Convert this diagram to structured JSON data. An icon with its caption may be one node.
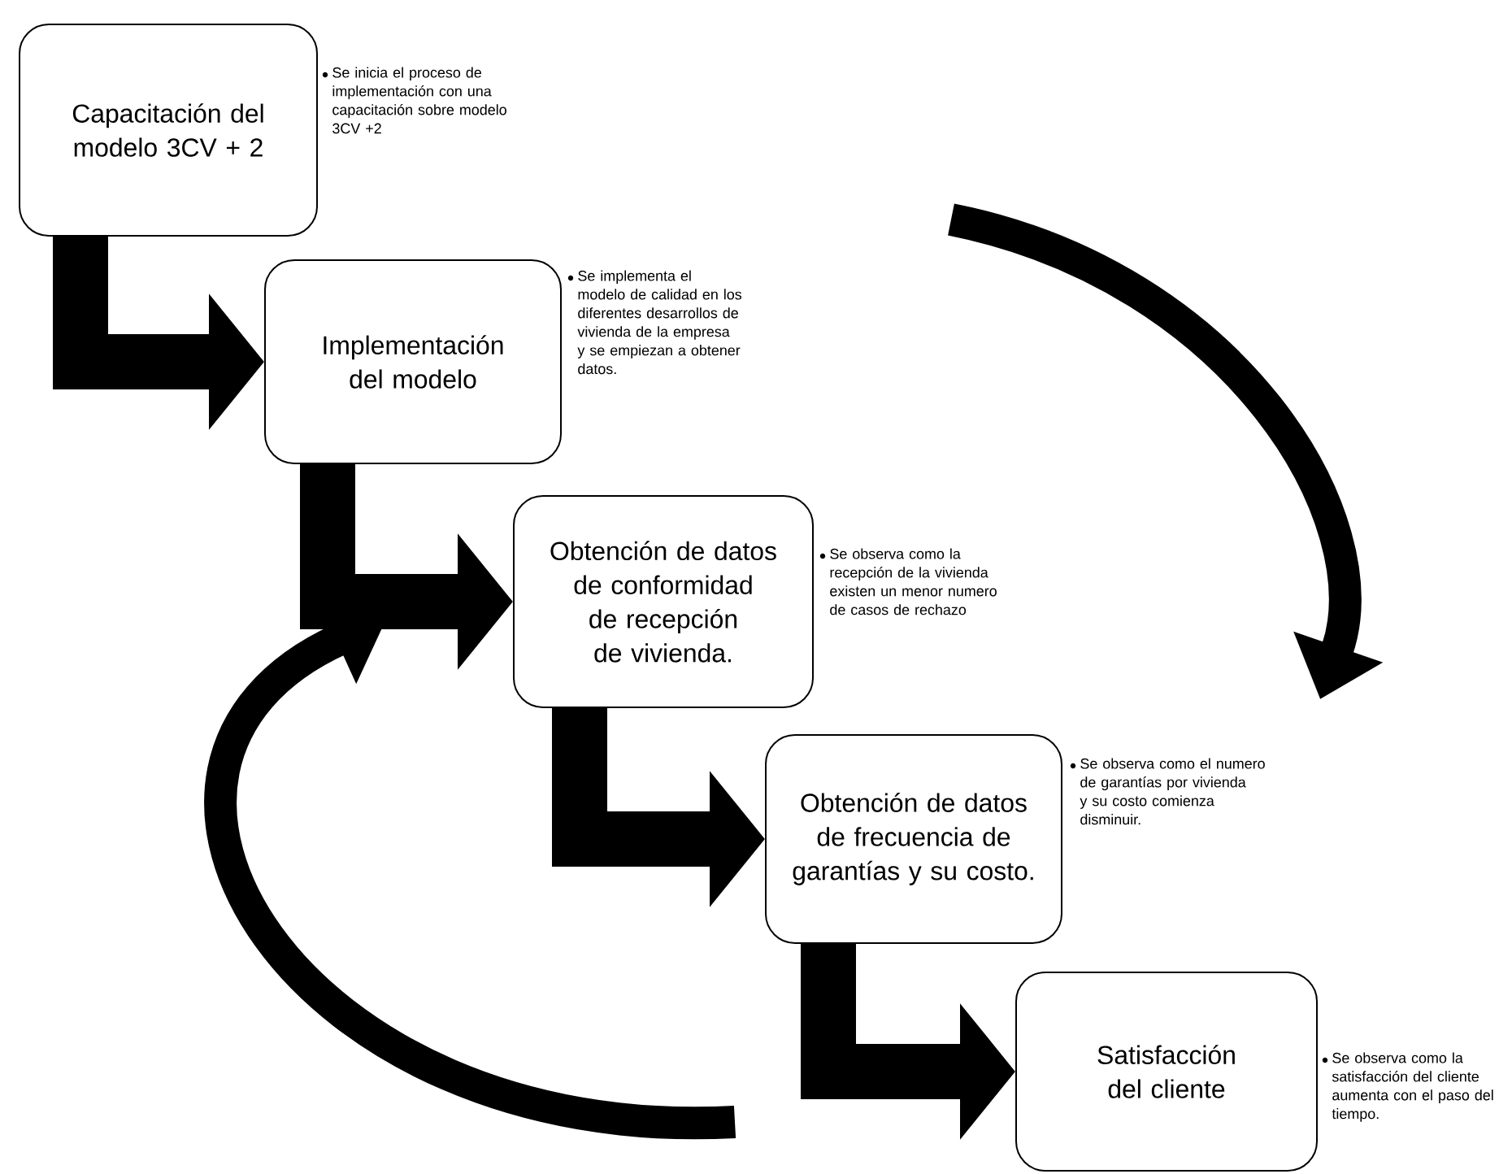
{
  "diagram": {
    "nodes": [
      {
        "text": [
          "Capacitación del modelo 3CV + 2"
        ],
        "beside": [
          "Se inicia el proceso de implementación con una capacitación sobre modelo 3CV +2"
        ]
      },
      {
        "text": [
          "Implementación del modelo"
        ],
        "beside": [
          "Se implementa el modelo de calidad en los diferentes desarrollos de vivienda de la empresa y se empiezan a obtener datos."
        ]
      },
      {
        "text": [
          "Obtención de datos de conformidad de recepción de vivienda."
        ],
        "beside": [
          "Se observa como la recepción de la vivienda existen un menor numero de casos de rechazo"
        ]
      },
      {
        "text": [
          "Obtención de datos de frecuencia de garantías y su costo."
        ],
        "beside": [
          "Se observa como el numero de garantías por vivienda y su costo comienza disminuir."
        ]
      },
      {
        "text": [
          "Satisfacción del cliente"
        ],
        "beside": [
          "Se observa como la satisfacción del cliente aumenta con el paso del tiempo."
        ]
      }
    ],
    "edges": [
      {
        "from": 0,
        "to": 1,
        "arrow": "to"
      },
      {
        "from": 1,
        "to": 2,
        "arrow": "to"
      },
      {
        "from": 2,
        "to": 3,
        "arrow": "to"
      },
      {
        "from": 3,
        "to": 4,
        "arrow": "to"
      }
    ]
  }
}
